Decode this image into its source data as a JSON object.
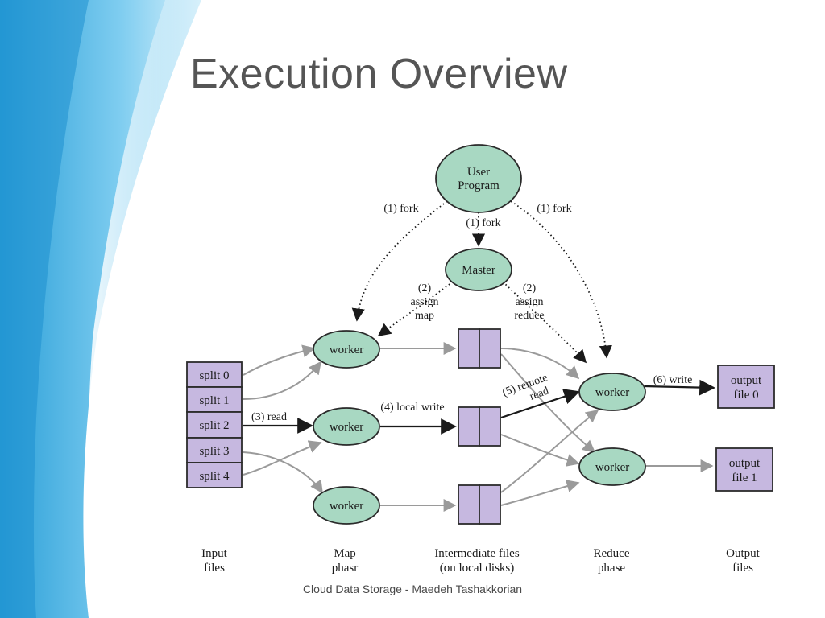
{
  "slide": {
    "title": "Execution Overview",
    "footer": "Cloud Data Storage - Maedeh Tashakkorian"
  },
  "diagram": {
    "user_program": [
      "User",
      "Program"
    ],
    "master": "Master",
    "workers": {
      "map_worker_top": "worker",
      "map_worker_mid": "worker",
      "map_worker_bot": "worker",
      "reduce_worker_top": "worker",
      "reduce_worker_bot": "worker"
    },
    "splits": [
      "split 0",
      "split 1",
      "split 2",
      "split 3",
      "split 4"
    ],
    "outputs": {
      "file0": [
        "output",
        "file 0"
      ],
      "file1": [
        "output",
        "file 1"
      ]
    },
    "edge_labels": {
      "fork_left": "(1) fork",
      "fork_mid": "(1) fork",
      "fork_right": "(1) fork",
      "assign_map": [
        "(2)",
        "assign",
        "map"
      ],
      "assign_reduce": [
        "(2)",
        "assign",
        "reduce"
      ],
      "read": "(3) read",
      "local_write": "(4) local write",
      "remote_read": [
        "(5) remote",
        "read"
      ],
      "write": "(6) write"
    },
    "column_labels": {
      "input": [
        "Input",
        "files"
      ],
      "map": [
        "Map",
        "phasr"
      ],
      "intermediate": [
        "Intermediate files",
        "(on local disks)"
      ],
      "reduce": [
        "Reduce",
        "phase"
      ],
      "output": [
        "Output",
        "files"
      ]
    }
  }
}
